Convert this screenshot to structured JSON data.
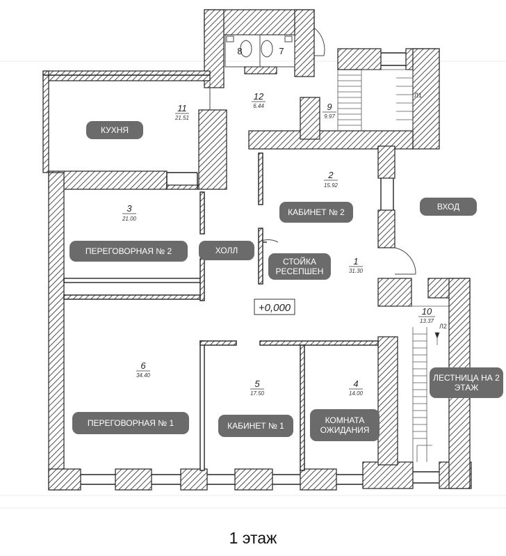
{
  "rooms": [
    {
      "num": "11",
      "area": "21.51"
    },
    {
      "num": "12",
      "area": "6.44"
    },
    {
      "num": "9",
      "area": "9.97"
    },
    {
      "num": "2",
      "area": "15.92"
    },
    {
      "num": "3",
      "area": "21.00"
    },
    {
      "num": "1",
      "area": "31.30"
    },
    {
      "num": "10",
      "area": "13.37"
    },
    {
      "num": "6",
      "area": "34.40"
    },
    {
      "num": "5",
      "area": "17.50"
    },
    {
      "num": "4",
      "area": "14.00"
    }
  ],
  "wc": [
    "8",
    "7"
  ],
  "stairs": [
    "Л1",
    "Л2"
  ],
  "level_mark": "+0,000",
  "labels": {
    "kitchen": "КУХНЯ",
    "office2": "КАБИНЕТ № 2",
    "entrance": "ВХОД",
    "meeting2": "ПЕРЕГОВОРНАЯ № 2",
    "hall": "ХОЛЛ",
    "reception": "СТОЙКА РЕСЕПШЕН",
    "meeting1": "ПЕРЕГОВОРНАЯ № 1",
    "office1": "КАБИНЕТ № 1",
    "waiting": "КОМНАТА ОЖИДАНИЯ",
    "staircase": "ЛЕСТНИЦА НА 2 ЭТАЖ"
  },
  "floor_title": "1 этаж"
}
